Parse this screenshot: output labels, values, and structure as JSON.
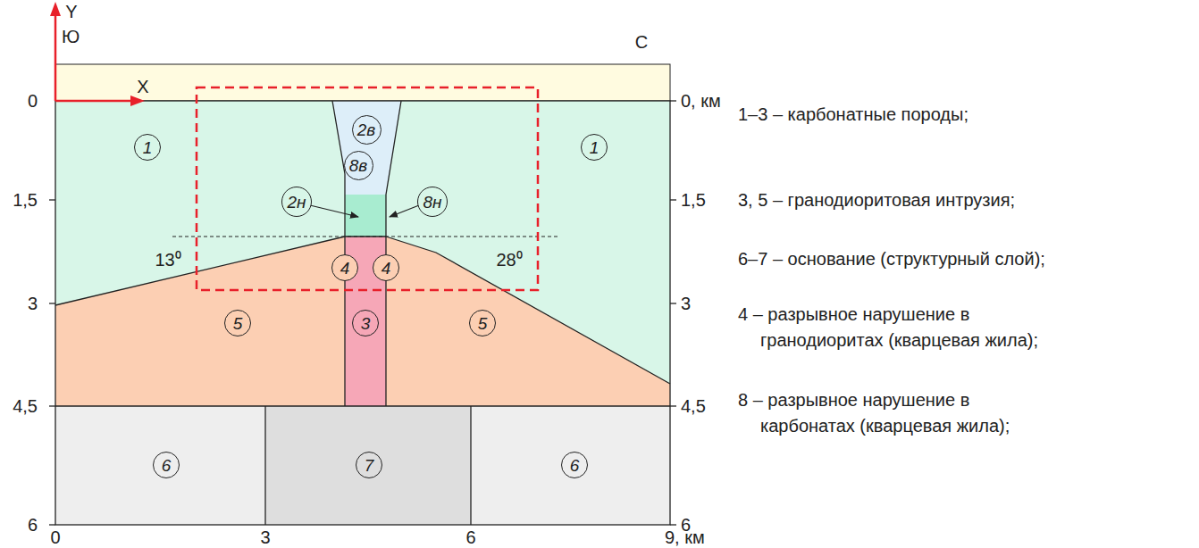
{
  "diagram": {
    "nodes": [
      {
        "text": [
          "1"
        ]
      },
      {
        "text": [
          "2в"
        ]
      },
      {
        "text": [
          "1"
        ]
      },
      {
        "text": [
          "8в"
        ]
      },
      {
        "text": [
          "2н"
        ]
      },
      {
        "text": [
          "8н"
        ]
      },
      {
        "text": [
          "4"
        ]
      },
      {
        "text": [
          "4"
        ]
      },
      {
        "text": [
          "5"
        ]
      },
      {
        "text": [
          "3"
        ]
      },
      {
        "text": [
          "5"
        ]
      },
      {
        "text": [
          "6"
        ]
      },
      {
        "text": [
          "7"
        ]
      },
      {
        "text": [
          "6"
        ]
      }
    ],
    "labels": [
      "Y",
      "Ю",
      "X",
      "С",
      "0",
      "1,5",
      "3",
      "4,5",
      "6",
      "0, км",
      "1,5",
      "3",
      "4,5",
      "6",
      "0",
      "3",
      "6",
      "9, км",
      "13⁰",
      "28⁰",
      "1–3 – карбонатные породы;",
      "3, 5 – гранодиоритовая интрузия;",
      "6–7 – основание (структурный слой);",
      "4 – разрывное нарушение в гранодиоритах (кварцевая жила);",
      "8 – разрывное нарушение в карбонатах (кварцевая жила);"
    ]
  }
}
